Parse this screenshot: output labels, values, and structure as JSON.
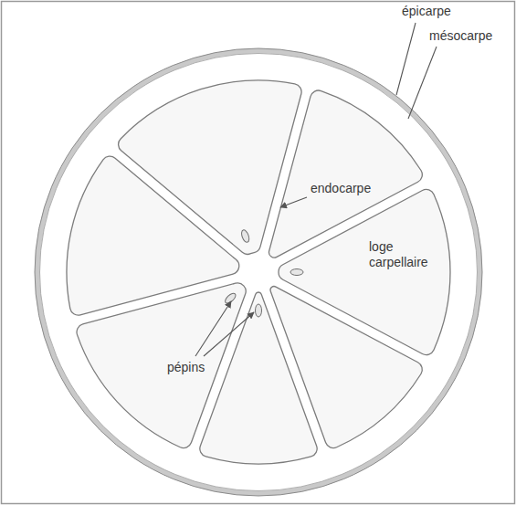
{
  "diagram": {
    "labels": [
      "épicarpe",
      "mésocarpe",
      "endocarpe",
      "loge carpellaire",
      "pépins"
    ]
  }
}
